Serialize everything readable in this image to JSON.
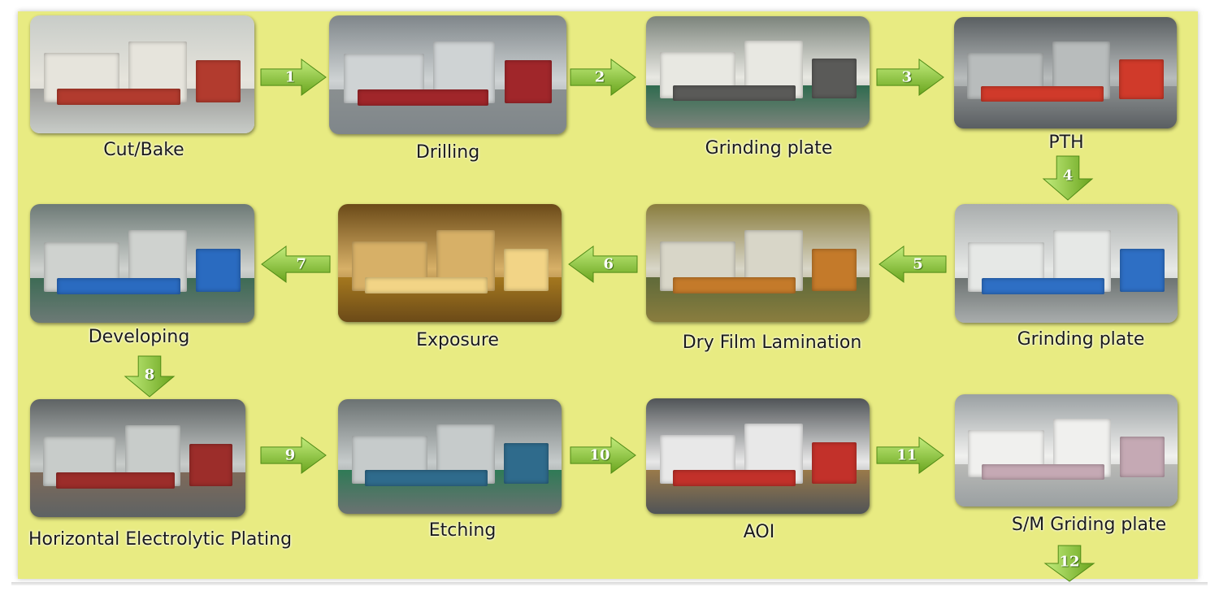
{
  "steps": [
    {
      "label": "Cut/Bake",
      "photo": {
        "bg": "#c8ccc8",
        "floor": "#9b9b98",
        "accent": "#e6e4dc",
        "accent2": "#b23b2e"
      }
    },
    {
      "label": "Drilling",
      "photo": {
        "bg": "#7f868a",
        "floor": "#8a8f90",
        "accent": "#cfd3d4",
        "accent2": "#a0262a"
      }
    },
    {
      "label": "Grinding plate",
      "photo": {
        "bg": "#7c847c",
        "floor": "#2f6b4f",
        "accent": "#e8e8e2",
        "accent2": "#5a5a58"
      }
    },
    {
      "label": "PTH",
      "photo": {
        "bg": "#5a5f62",
        "floor": "#8c8f90",
        "accent": "#b8bcbc",
        "accent2": "#d03a2a"
      }
    },
    {
      "label": "Grinding plate",
      "photo": {
        "bg": "#a9adad",
        "floor": "#6d7372",
        "accent": "#e6e8e6",
        "accent2": "#2e6fc4"
      }
    },
    {
      "label": "Dry Film Lamination",
      "photo": {
        "bg": "#8a7d3e",
        "floor": "#5f6a3a",
        "accent": "#d8d6c8",
        "accent2": "#c47a2a"
      }
    },
    {
      "label": "Exposure",
      "photo": {
        "bg": "#6b4a18",
        "floor": "#a5781e",
        "accent": "#d7b067",
        "accent2": "#f2d486"
      }
    },
    {
      "label": "Developing",
      "photo": {
        "bg": "#6d7a76",
        "floor": "#3d6b55",
        "accent": "#cfd2cf",
        "accent2": "#2a6bc0"
      }
    },
    {
      "label": "Horizontal Electrolytic Plating",
      "photo": {
        "bg": "#5e6364",
        "floor": "#7e6a5a",
        "accent": "#c8ccca",
        "accent2": "#9c2d2a"
      }
    },
    {
      "label": "Etching",
      "photo": {
        "bg": "#6b7272",
        "floor": "#2f7a56",
        "accent": "#c6cbcb",
        "accent2": "#2f6b8c"
      }
    },
    {
      "label": "AOI",
      "photo": {
        "bg": "#505457",
        "floor": "#9a7a4a",
        "accent": "#e8e8e8",
        "accent2": "#c2312a"
      }
    },
    {
      "label": "S/M Griding plate",
      "photo": {
        "bg": "#9aa0a2",
        "floor": "#b9b9b6",
        "accent": "#f0f0ee",
        "accent2": "#c5a9b4"
      }
    }
  ],
  "arrows": [
    "1",
    "2",
    "3",
    "4",
    "5",
    "6",
    "7",
    "8",
    "9",
    "10",
    "11",
    "12"
  ],
  "colors": {
    "board": "#e8eb82",
    "arrow_light": "#c2ec7c",
    "arrow_dark": "#69a41d",
    "arrow_outline": "#4f8a16"
  }
}
